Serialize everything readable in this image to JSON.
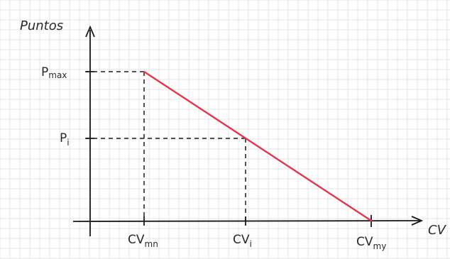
{
  "diagram": {
    "y_axis_title": "Puntos",
    "x_axis_title": "CV",
    "y_labels": [
      {
        "main": "P",
        "sub": "max"
      },
      {
        "main": "P",
        "sub": "i"
      }
    ],
    "x_labels": [
      {
        "main": "CV",
        "sub": "mn"
      },
      {
        "main": "CV",
        "sub": "i"
      },
      {
        "main": "CV",
        "sub": "my"
      }
    ],
    "colors": {
      "line": "#e8344a",
      "axes": "#1a1a1a",
      "grid": "#e6e6e6",
      "background": "#ffffff"
    }
  }
}
